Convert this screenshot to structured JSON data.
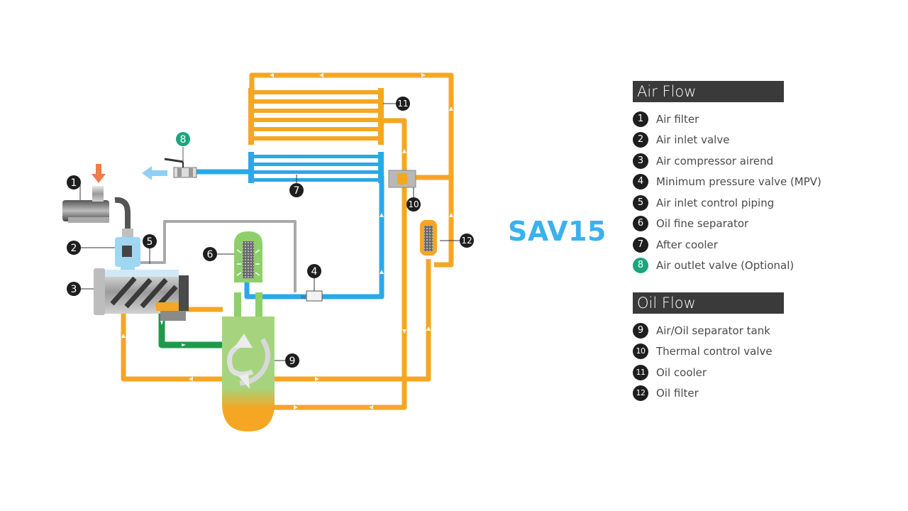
{
  "brand": "SAV15",
  "air_flow": {
    "title": "Air Flow",
    "items": [
      {
        "num": "1",
        "label": "Air filter",
        "color": "#1e1e1e"
      },
      {
        "num": "2",
        "label": "Air inlet valve",
        "color": "#1e1e1e"
      },
      {
        "num": "3",
        "label": "Air compressor airend",
        "color": "#1e1e1e"
      },
      {
        "num": "4",
        "label": "Minimum pressure valve (MPV)",
        "color": "#1e1e1e"
      },
      {
        "num": "5",
        "label": "Air inlet control piping",
        "color": "#1e1e1e"
      },
      {
        "num": "6",
        "label": "Oil fine separator",
        "color": "#1e1e1e"
      },
      {
        "num": "7",
        "label": "After cooler",
        "color": "#1e1e1e"
      },
      {
        "num": "8",
        "label": "Air outlet valve (Optional)",
        "color": "#1aa57e"
      }
    ]
  },
  "oil_flow": {
    "title": "Oil Flow",
    "items": [
      {
        "num": "9",
        "label": "Air/Oil separator tank"
      },
      {
        "num": "10",
        "label": "Thermal control valve"
      },
      {
        "num": "11",
        "label": "Oil cooler"
      },
      {
        "num": "12",
        "label": "Oil filter"
      }
    ]
  },
  "colors": {
    "oil_pipe": "#f5a623",
    "air_pipe": "#2aa8e8",
    "control_pipe": "#a9a9a9",
    "oil_return": "#1e9a4a",
    "tank_green": "#9fd07a",
    "separator_green": "#8fcf6a",
    "callout_dark": "#1e1e1e",
    "callout_green": "#1aa57e",
    "brand": "#3cb1ec"
  }
}
